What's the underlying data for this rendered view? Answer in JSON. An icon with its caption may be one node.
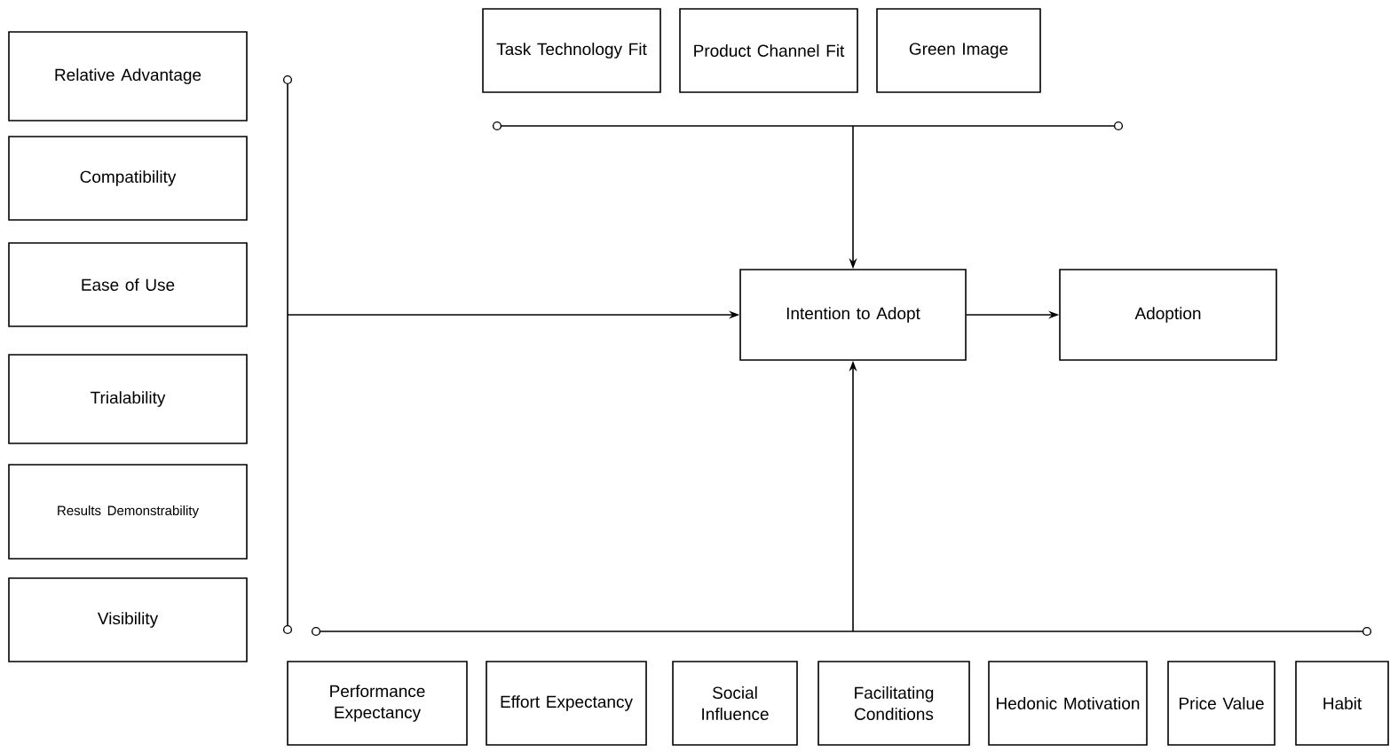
{
  "diagram": {
    "nodes": [
      {
        "text": [
          "Relative Advantage"
        ]
      },
      {
        "text": [
          "Compatibility"
        ]
      },
      {
        "text": [
          "Ease of Use"
        ]
      },
      {
        "text": [
          "Trialability"
        ]
      },
      {
        "text": [
          "Results Demonstrability"
        ]
      },
      {
        "text": [
          "Visibility"
        ]
      },
      {
        "text": [
          "Task Technology Fit"
        ]
      },
      {
        "text": [
          "Product Channel Fit"
        ]
      },
      {
        "text": [
          "Green Image"
        ]
      },
      {
        "text": [],
        "shape": "bar"
      },
      {
        "text": [],
        "shape": "bar"
      },
      {
        "text": [],
        "shape": "bar"
      },
      {
        "text": [
          "Intention to Adopt"
        ]
      },
      {
        "text": [
          "Adoption"
        ]
      },
      {
        "text": [
          "Performance Expectancy"
        ]
      },
      {
        "text": [
          "Effort Expectancy"
        ]
      },
      {
        "text": [
          "Social Influence"
        ]
      },
      {
        "text": [
          "Facilitating Conditions"
        ]
      },
      {
        "text": [
          "Hedonic Motivation"
        ]
      },
      {
        "text": [
          "Price Value"
        ]
      },
      {
        "text": [
          "Habit"
        ]
      }
    ],
    "edges": [
      {
        "from": 9,
        "to": 12,
        "arrow": "to"
      },
      {
        "from": 10,
        "to": 12,
        "arrow": "to"
      },
      {
        "from": 11,
        "to": 12,
        "arrow": "to"
      },
      {
        "from": 12,
        "to": 13,
        "arrow": "to"
      }
    ]
  }
}
